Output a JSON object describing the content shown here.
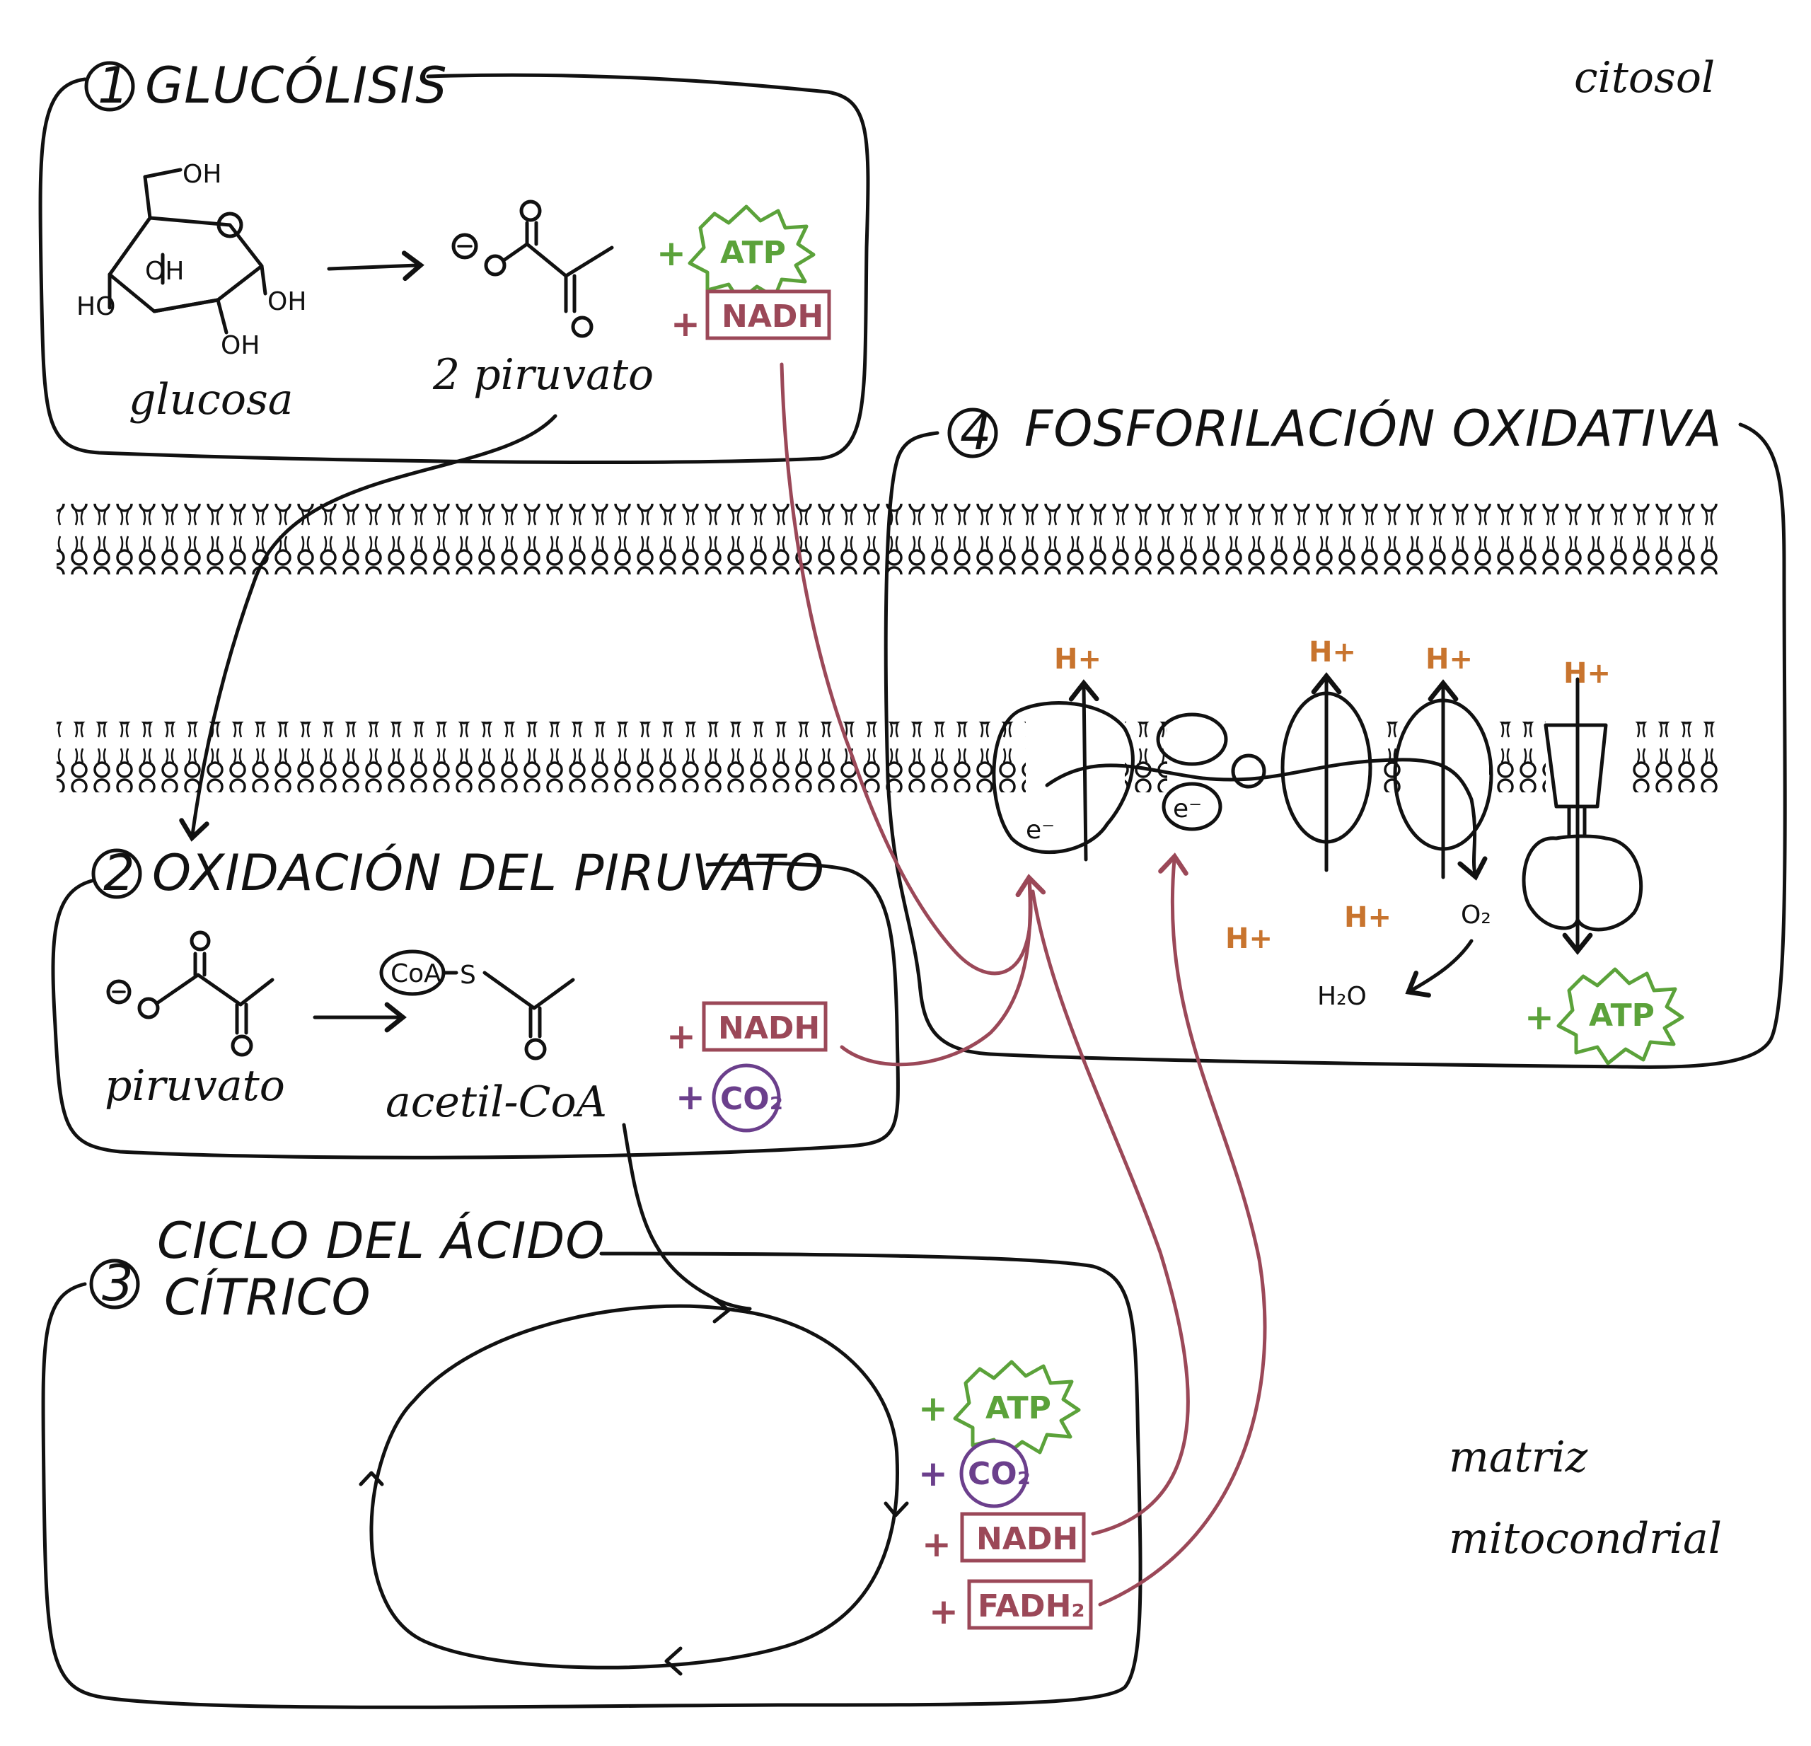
{
  "colors": {
    "atp": "#5ba23a",
    "nadh": "#9b4858",
    "co2": "#6b3f8c",
    "proton": "#c8742e",
    "ink": "#111111"
  },
  "regions": {
    "cytosol": "citosol",
    "matrix_line1": "matriz",
    "matrix_line2": "mitocondrial"
  },
  "stages": {
    "glycolysis": {
      "number": "1",
      "title": "GLUCÓLISIS",
      "substrate": "glucosa",
      "product": "2 piruvato",
      "outputs": [
        {
          "sign": "+",
          "label": "ATP",
          "kind": "atp"
        },
        {
          "sign": "+",
          "label": "NADH",
          "kind": "nadh"
        }
      ]
    },
    "pyruvate_oxidation": {
      "number": "2",
      "title": "OXIDACIÓN DEL PIRUVATO",
      "substrate": "piruvato",
      "product": "acetil-CoA",
      "outputs": [
        {
          "sign": "+",
          "label": "NADH",
          "kind": "nadh"
        },
        {
          "sign": "+",
          "label": "CO₂",
          "kind": "co2"
        }
      ]
    },
    "citric_acid_cycle": {
      "number": "3",
      "title_line1": "CICLO DEL ÁCIDO",
      "title_line2": "CÍTRICO",
      "outputs": [
        {
          "sign": "+",
          "label": "ATP",
          "kind": "atp"
        },
        {
          "sign": "+",
          "label": "CO₂",
          "kind": "co2"
        },
        {
          "sign": "+",
          "label": "NADH",
          "kind": "nadh"
        },
        {
          "sign": "+",
          "label": "FADH₂",
          "kind": "nadh"
        }
      ]
    },
    "oxidative_phosphorylation": {
      "number": "4",
      "title": "FOSFORILACIÓN OXIDATIVA",
      "proton": "H+",
      "electron": "e⁻",
      "oxygen": "O₂",
      "water": "H₂O",
      "output": {
        "sign": "+",
        "label": "ATP",
        "kind": "atp"
      }
    }
  },
  "molecules": {
    "glucose_oh": [
      "OH",
      "OH",
      "HO",
      "OH",
      "OH"
    ],
    "carbonyl_o": "O",
    "coa": "CoA",
    "sulfur": "S"
  }
}
